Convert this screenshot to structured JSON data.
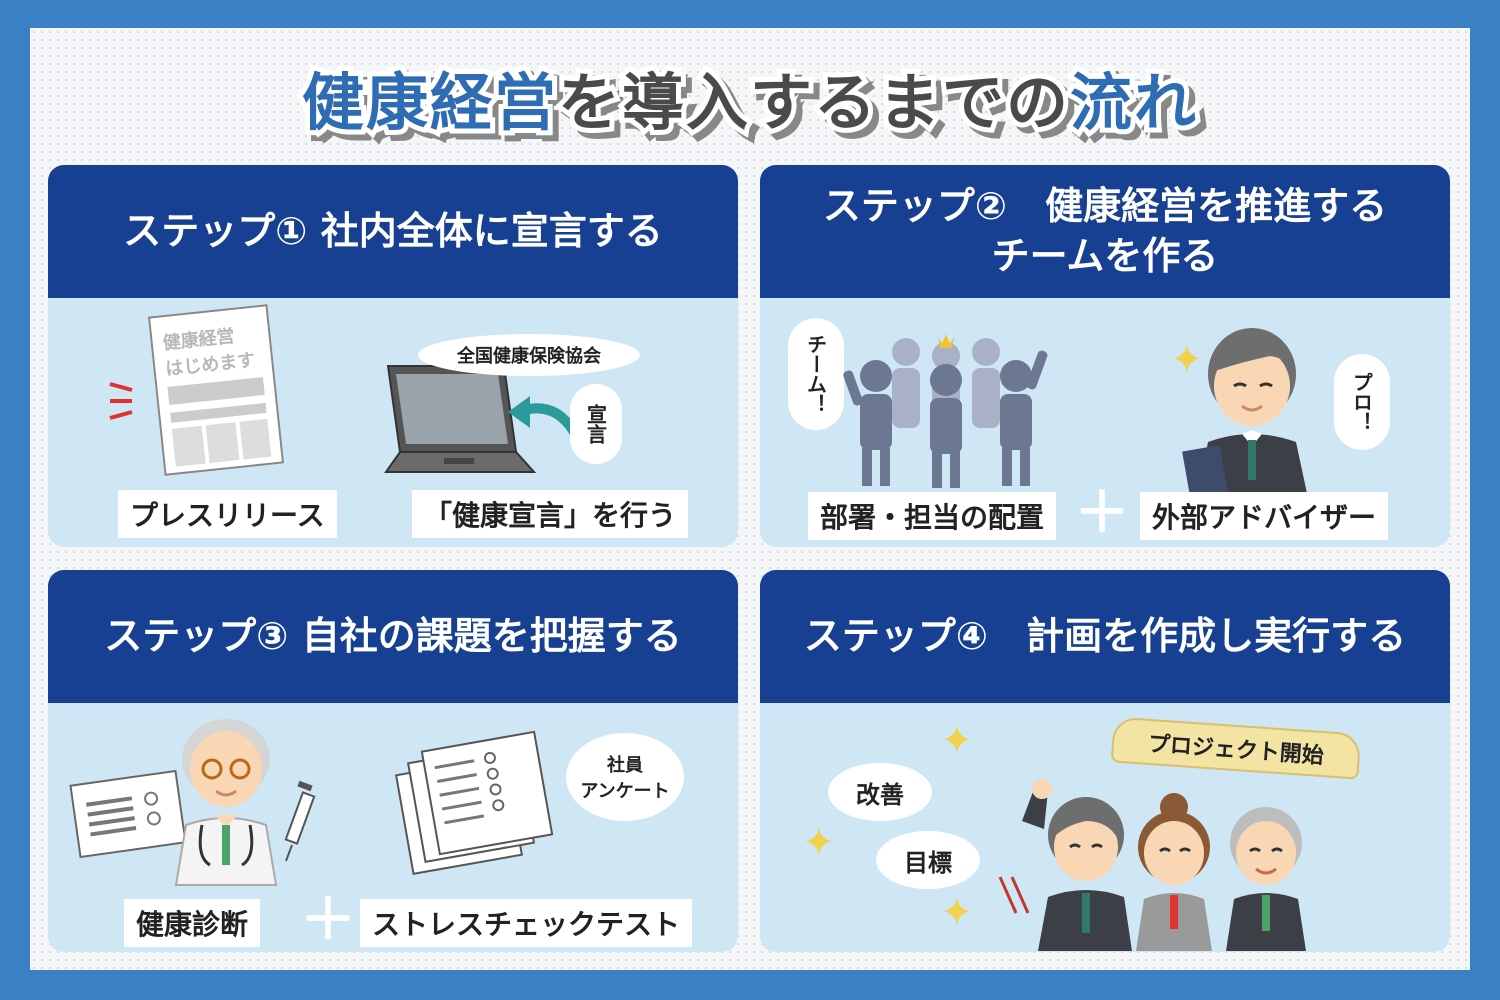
{
  "title": {
    "part1": "健康経営",
    "part2": "を導入するまでの",
    "part3": "流れ"
  },
  "colors": {
    "frame": "#3a80c4",
    "header": "#173f92",
    "card_bg": "#cfe6f5",
    "title_accent": "#2e6db3"
  },
  "step1": {
    "heading": "ステップ① 社内全体に宣言する",
    "doc_line1": "健康経営",
    "doc_line2": "はじめます",
    "bubble": "全国健康保険協会",
    "side_bubble": "宣言",
    "label_left": "プレスリリース",
    "label_right": "「健康宣言」を行う"
  },
  "step2": {
    "heading_line1": "ステップ②　健康経営を推進する",
    "heading_line2": "チームを作る",
    "team_bubble": "チーム！",
    "pro_bubble": "プロ！",
    "label_left": "部署・担当の配置",
    "label_right": "外部アドバイザー",
    "plus": "＋"
  },
  "step3": {
    "heading": "ステップ③ 自社の課題を把握する",
    "bubble_line1": "社員",
    "bubble_line2": "アンケート",
    "label_left": "健康診断",
    "label_right": "ストレスチェックテスト",
    "plus": "＋"
  },
  "step4": {
    "heading": "ステップ④　計画を作成し実行する",
    "banner": "プロジェクト開始",
    "bubble1": "改善",
    "bubble2": "目標"
  }
}
